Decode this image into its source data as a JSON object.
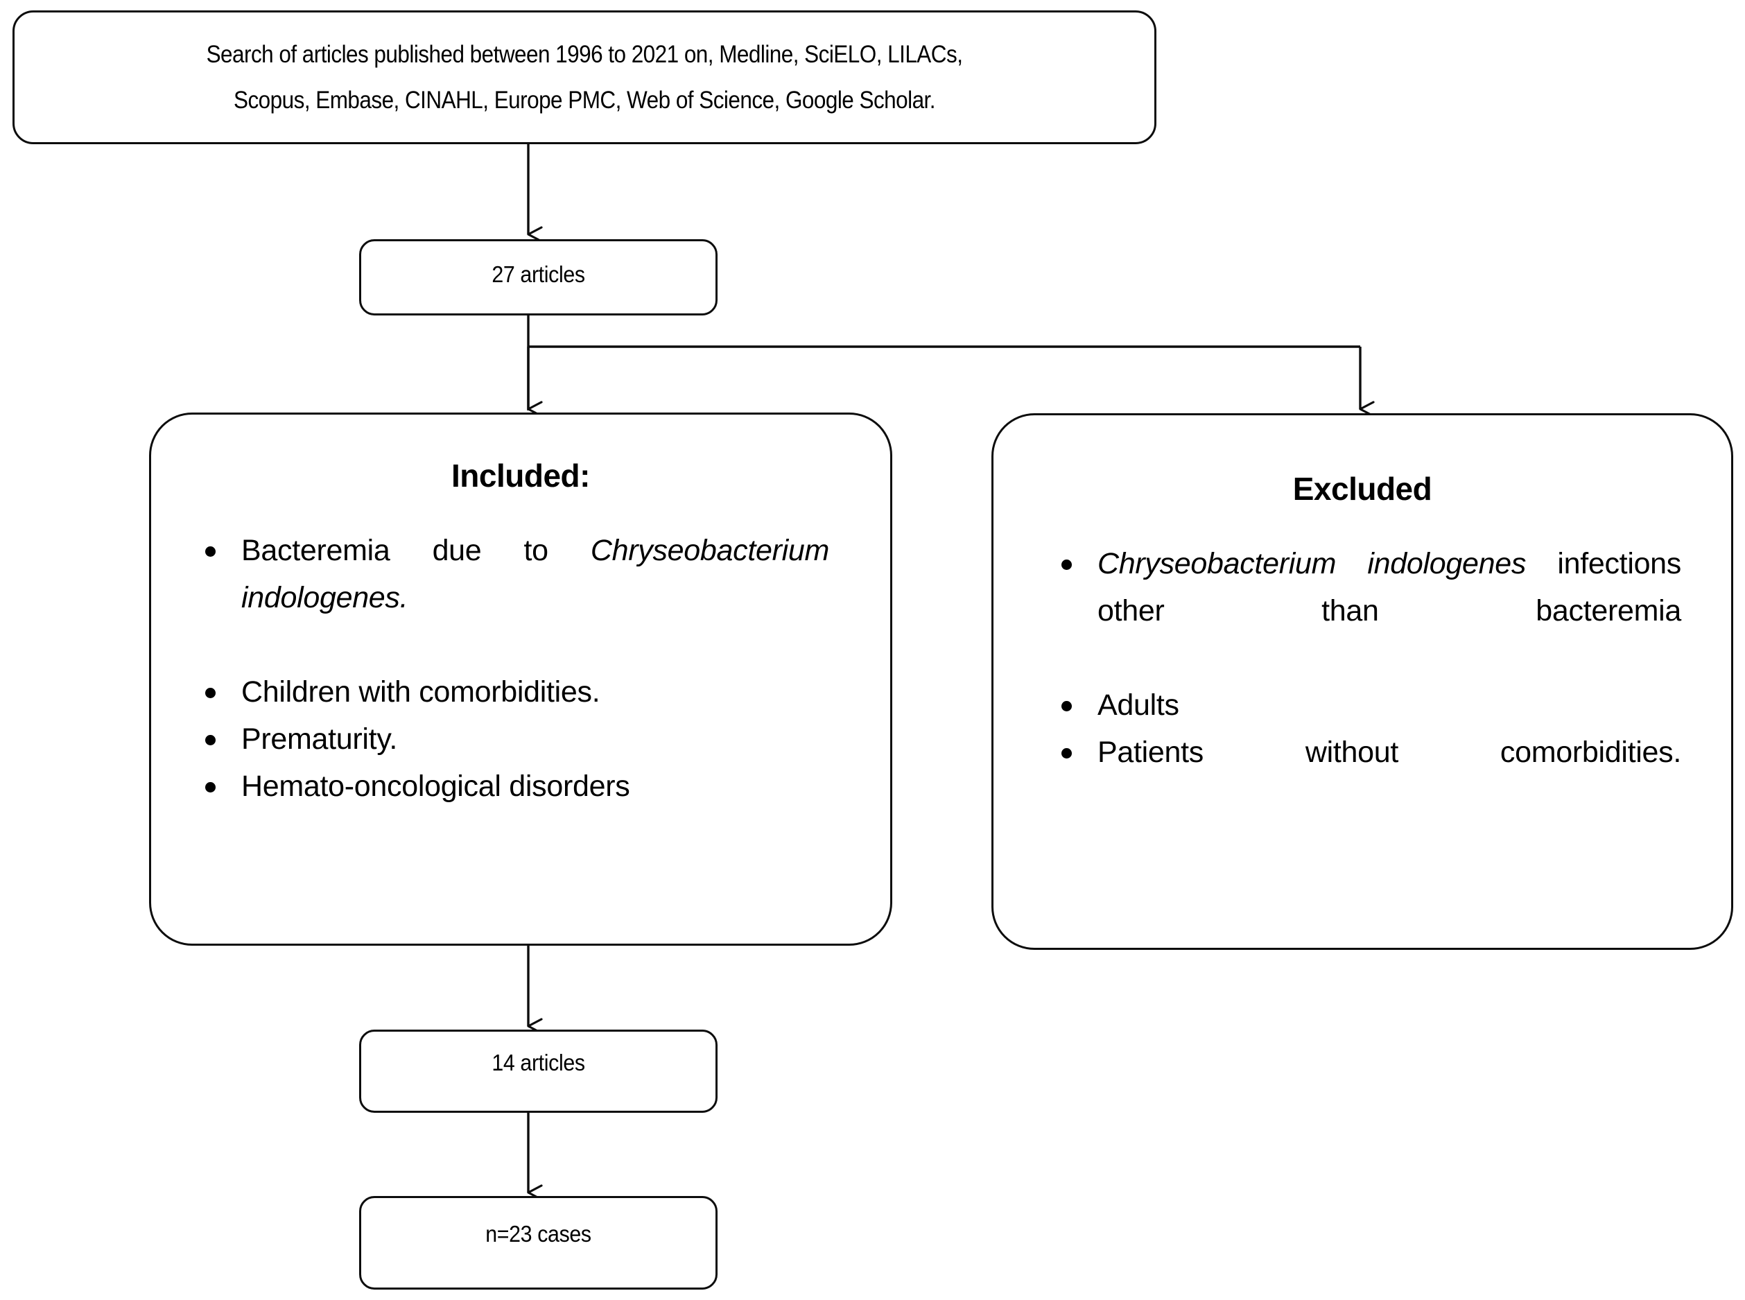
{
  "figure": {
    "type": "flowchart",
    "title": "Study selection flow diagram",
    "orientation": "top-down"
  },
  "nodes": {
    "search": {
      "name": "search-sources-box",
      "lines": [
        "Search of articles published between 1996 to 2021 on, Medline, SciELO, LILACs,",
        "Scopus, Embase, CINAHL, Europe PMC, Web of Science, Google Scholar."
      ]
    },
    "identified": {
      "name": "identified-articles-box",
      "label": "27 articles",
      "count": 27
    },
    "included": {
      "name": "included-criteria-box",
      "title": "Included:",
      "bullets": [
        {
          "parts": [
            {
              "text": "Bacteremia due to ",
              "italic": false
            },
            {
              "text": "Chryseobacterium indologenes.",
              "italic": true
            }
          ],
          "plain": "Bacteremia due to Chryseobacterium indologenes.",
          "justified": true
        },
        {
          "parts": [
            {
              "text": "Children with comorbidities.",
              "italic": false
            }
          ],
          "plain": "Children with comorbidities.",
          "justified": false
        },
        {
          "parts": [
            {
              "text": "Prematurity.",
              "italic": false
            }
          ],
          "plain": "Prematurity.",
          "justified": false
        },
        {
          "parts": [
            {
              "text": "Hemato-oncological disorders",
              "italic": false
            }
          ],
          "plain": "Hemato-oncological disorders",
          "justified": false
        }
      ]
    },
    "excluded": {
      "name": "excluded-criteria-box",
      "title": "Excluded",
      "bullets": [
        {
          "parts": [
            {
              "text": "Chryseobacterium indologenes",
              "italic": true
            },
            {
              "text": " infections other than bacteremia",
              "italic": false
            }
          ],
          "plain": "Chryseobacterium indologenes infections other than bacteremia",
          "justified": true
        },
        {
          "parts": [
            {
              "text": "Adults",
              "italic": false
            }
          ],
          "plain": "Adults",
          "justified": false
        },
        {
          "parts": [
            {
              "text": "Patients without comorbidities.",
              "italic": false
            }
          ],
          "plain": "Patients without comorbidities.",
          "justified": true
        }
      ]
    },
    "screened": {
      "name": "screened-articles-box",
      "label": "14 articles",
      "count": 14
    },
    "cases": {
      "name": "final-cases-box",
      "label": "n=23 cases",
      "count": 23
    }
  },
  "edges": [
    {
      "name": "edge-search-to-identified",
      "from": "search",
      "to": "identified",
      "arrow": true
    },
    {
      "name": "edge-identified-to-included",
      "from": "identified",
      "to": "included",
      "arrow": true
    },
    {
      "name": "edge-identified-to-excluded",
      "from": "identified",
      "to": "excluded",
      "arrow": true
    },
    {
      "name": "edge-included-to-screened",
      "from": "included",
      "to": "screened",
      "arrow": true
    },
    {
      "name": "edge-screened-to-cases",
      "from": "screened",
      "to": "cases",
      "arrow": true
    }
  ],
  "style": {
    "stroke": "#0d0d0d",
    "fill": "#ffffff",
    "text": "#000000"
  }
}
